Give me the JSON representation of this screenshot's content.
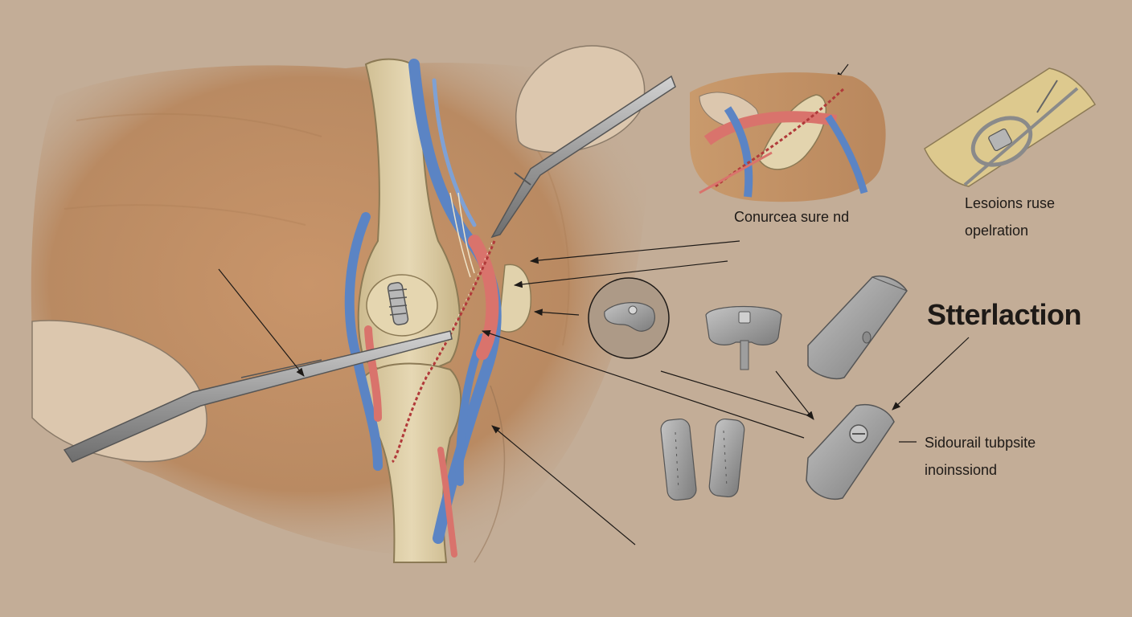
{
  "labels": {
    "inset_caption": "Conurcea sure nd",
    "lesion_line1": "Lesoions ruse",
    "lesion_line2": "opelration",
    "title": "Stterlaction",
    "implant_line1": "Sidourail tubpsite",
    "implant_line2": "inoinssiond"
  },
  "colors": {
    "background": "#c3ad97",
    "fur": "#bc8a5e",
    "bone": "#dccca4",
    "ligament_blue": "#5b84c4",
    "muscle_red": "#d9736c",
    "instrument_metal": "#9c9c9c",
    "implant_metal": "#a3a3a3",
    "skin": "#dcc7ae",
    "ink": "#1e1a17"
  },
  "icons": [
    "knee-joint-illustration",
    "forceps-icon",
    "scalpel-icon",
    "suture-icon",
    "screw-icon",
    "bone-plate-icon",
    "staple-icon"
  ]
}
